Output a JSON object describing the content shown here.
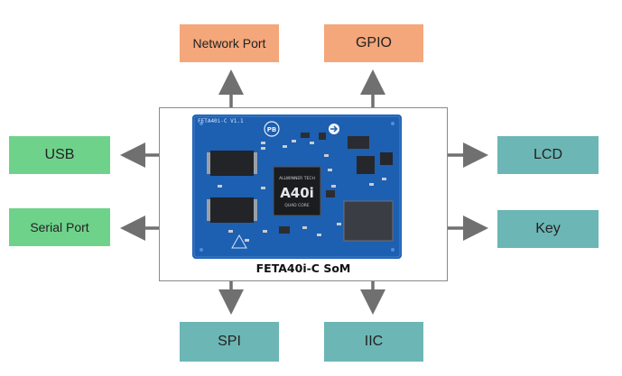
{
  "peripherals": {
    "network_port": "Network Port",
    "gpio": "GPIO",
    "usb": "USB",
    "serial_port": "Serial Port",
    "lcd": "LCD",
    "key": "Key",
    "spi": "SPI",
    "iic": "IIC"
  },
  "som": {
    "caption": "FETA40i-C SoM",
    "silkscreen": "FETA40i-C V1.1",
    "chip_logo": "ALLWINNER TECH",
    "chip_label": "A40i",
    "chip_sub": "QUAD CORE",
    "cert_mark": "PB"
  },
  "colors": {
    "orange": "#f4a77a",
    "green": "#6fd28a",
    "teal": "#6cb6b5",
    "arrow": "#707070",
    "pcb": "#1d5fb0"
  }
}
